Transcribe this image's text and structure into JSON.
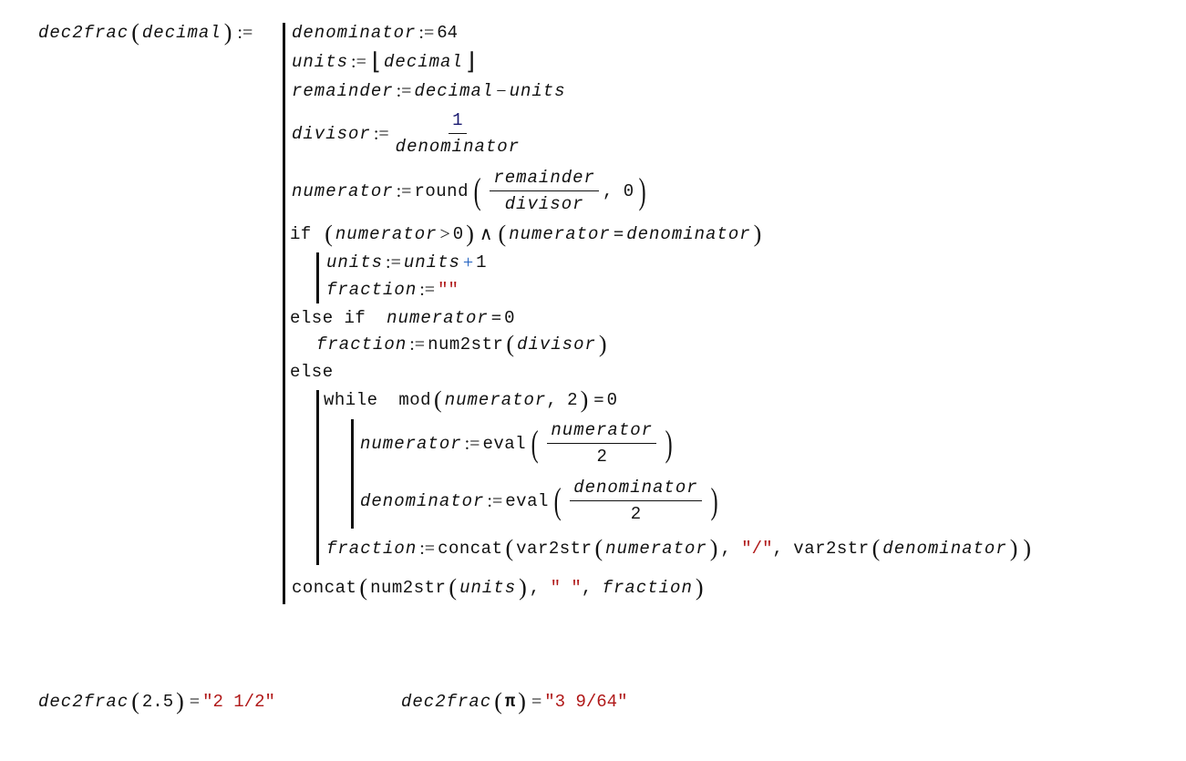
{
  "definition": {
    "name": "dec2frac",
    "param": "decimal",
    "assign": ":="
  },
  "program": {
    "l1": {
      "var": "denominator",
      "op": ":=",
      "val": "64"
    },
    "l2": {
      "var": "units",
      "op": ":=",
      "arg": "decimal"
    },
    "l3": {
      "var": "remainder",
      "op": ":=",
      "a": "decimal",
      "minus": "−",
      "b": "units"
    },
    "l4": {
      "var": "divisor",
      "op": ":=",
      "num": "1",
      "den": "denominator"
    },
    "l5": {
      "var": "numerator",
      "op": ":=",
      "fn": "round",
      "num": "remainder",
      "den": "divisor",
      "comma": ",",
      "digits": "0"
    },
    "l6": {
      "kw": "if",
      "a": "numerator",
      "gt": ">",
      "zero": "0",
      "and": "∧",
      "b": "numerator",
      "eq": "=",
      "c": "denominator"
    },
    "l7": {
      "var": "units",
      "op": ":=",
      "a": "units",
      "plus": "+",
      "one": "1"
    },
    "l8": {
      "var": "fraction",
      "op": ":=",
      "str": "\"\""
    },
    "l9": {
      "kw": "else if",
      "a": "numerator",
      "eq": "=",
      "zero": "0"
    },
    "l10": {
      "var": "fraction",
      "op": ":=",
      "fn": "num2str",
      "arg": "divisor"
    },
    "l11": {
      "kw": "else"
    },
    "l12": {
      "kw": "while",
      "fn": "mod",
      "arg": "numerator",
      "comma": ",",
      "two": "2",
      "eq": "=",
      "zero": "0"
    },
    "l13": {
      "var": "numerator",
      "op": ":=",
      "fn": "eval",
      "num": "numerator",
      "den": "2"
    },
    "l14": {
      "var": "denominator",
      "op": ":=",
      "fn": "eval",
      "num": "denominator",
      "den": "2"
    },
    "l15": {
      "var": "fraction",
      "op": ":=",
      "fn": "concat",
      "fn2": "var2str",
      "a": "numerator",
      "comma": ",",
      "str": "\"/\"",
      "fn3": "var2str",
      "b": "denominator"
    },
    "l16": {
      "fn": "concat",
      "fn2": "num2str",
      "a": "units",
      "comma": ",",
      "str": "\" \"",
      "b": "fraction"
    }
  },
  "evaluations": [
    {
      "fn": "dec2frac",
      "arg": "2.5",
      "eq": "=",
      "result": "\"2 1/2\""
    },
    {
      "fn": "dec2frac",
      "arg": "π",
      "eq": "=",
      "result": "\"3 9/64\""
    }
  ]
}
